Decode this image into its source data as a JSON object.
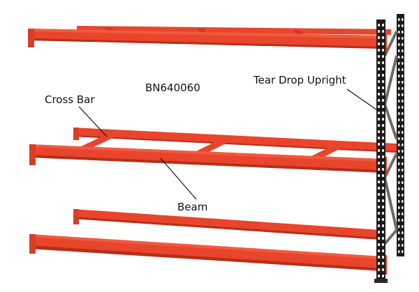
{
  "labels": {
    "model_code": "BN640060",
    "upright": "Tear Drop Upright",
    "cross_bar": "Cross Bar",
    "beam": "Beam"
  },
  "colors": {
    "beam_red": "#e8452c",
    "beam_shade": "#b3301c",
    "upright_black": "#1d1a1a",
    "upright_holes": "#f3f1ee",
    "leader_line": "#111111",
    "background": "#ffffff"
  }
}
